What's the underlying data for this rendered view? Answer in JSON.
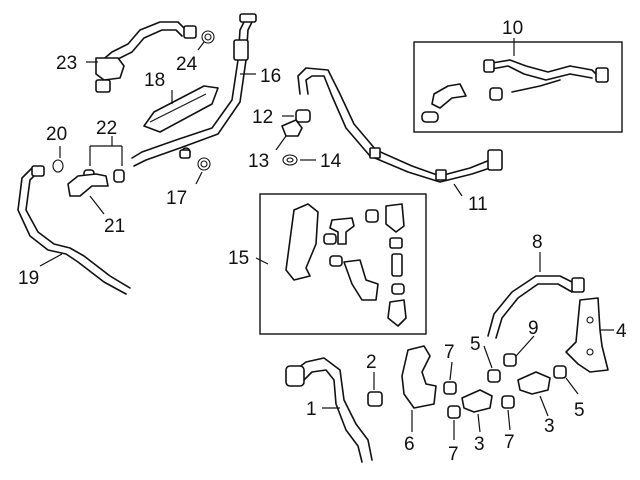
{
  "diagram": {
    "callouts": [
      {
        "id": "1",
        "text": "1"
      },
      {
        "id": "2",
        "text": "2"
      },
      {
        "id": "3a",
        "text": "3"
      },
      {
        "id": "3b",
        "text": "3"
      },
      {
        "id": "4",
        "text": "4"
      },
      {
        "id": "5a",
        "text": "5"
      },
      {
        "id": "5b",
        "text": "5"
      },
      {
        "id": "6",
        "text": "6"
      },
      {
        "id": "7a",
        "text": "7"
      },
      {
        "id": "7b",
        "text": "7"
      },
      {
        "id": "7c",
        "text": "7"
      },
      {
        "id": "8",
        "text": "8"
      },
      {
        "id": "9",
        "text": "9"
      },
      {
        "id": "10",
        "text": "10"
      },
      {
        "id": "11",
        "text": "11"
      },
      {
        "id": "12",
        "text": "12"
      },
      {
        "id": "13",
        "text": "13"
      },
      {
        "id": "14",
        "text": "14"
      },
      {
        "id": "15",
        "text": "15"
      },
      {
        "id": "16",
        "text": "16"
      },
      {
        "id": "17",
        "text": "17"
      },
      {
        "id": "18",
        "text": "18"
      },
      {
        "id": "19",
        "text": "19"
      },
      {
        "id": "20",
        "text": "20"
      },
      {
        "id": "21",
        "text": "21"
      },
      {
        "id": "22",
        "text": "22"
      },
      {
        "id": "23",
        "text": "23"
      },
      {
        "id": "24",
        "text": "24"
      }
    ]
  }
}
